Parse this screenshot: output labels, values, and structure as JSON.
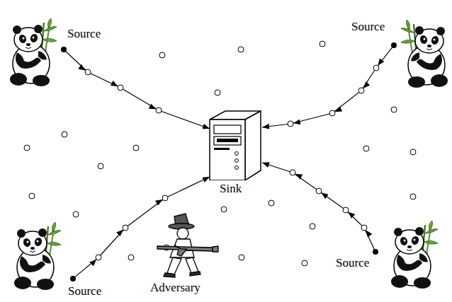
{
  "diagram": {
    "nodes": [
      {
        "text": [
          "Source"
        ]
      },
      {
        "text": [
          "Source"
        ]
      },
      {
        "text": [
          "Sink"
        ]
      },
      {
        "text": [
          "Source"
        ]
      },
      {
        "text": [
          "Source"
        ]
      }
    ],
    "edges": [
      {
        "from": 0,
        "to": 2,
        "arrow": "to"
      },
      {
        "from": 1,
        "to": 2,
        "arrow": "to"
      },
      {
        "from": 3,
        "to": 2,
        "arrow": "to"
      },
      {
        "from": 4,
        "to": 2,
        "arrow": "to"
      }
    ],
    "labels": [
      "Adversary"
    ]
  }
}
